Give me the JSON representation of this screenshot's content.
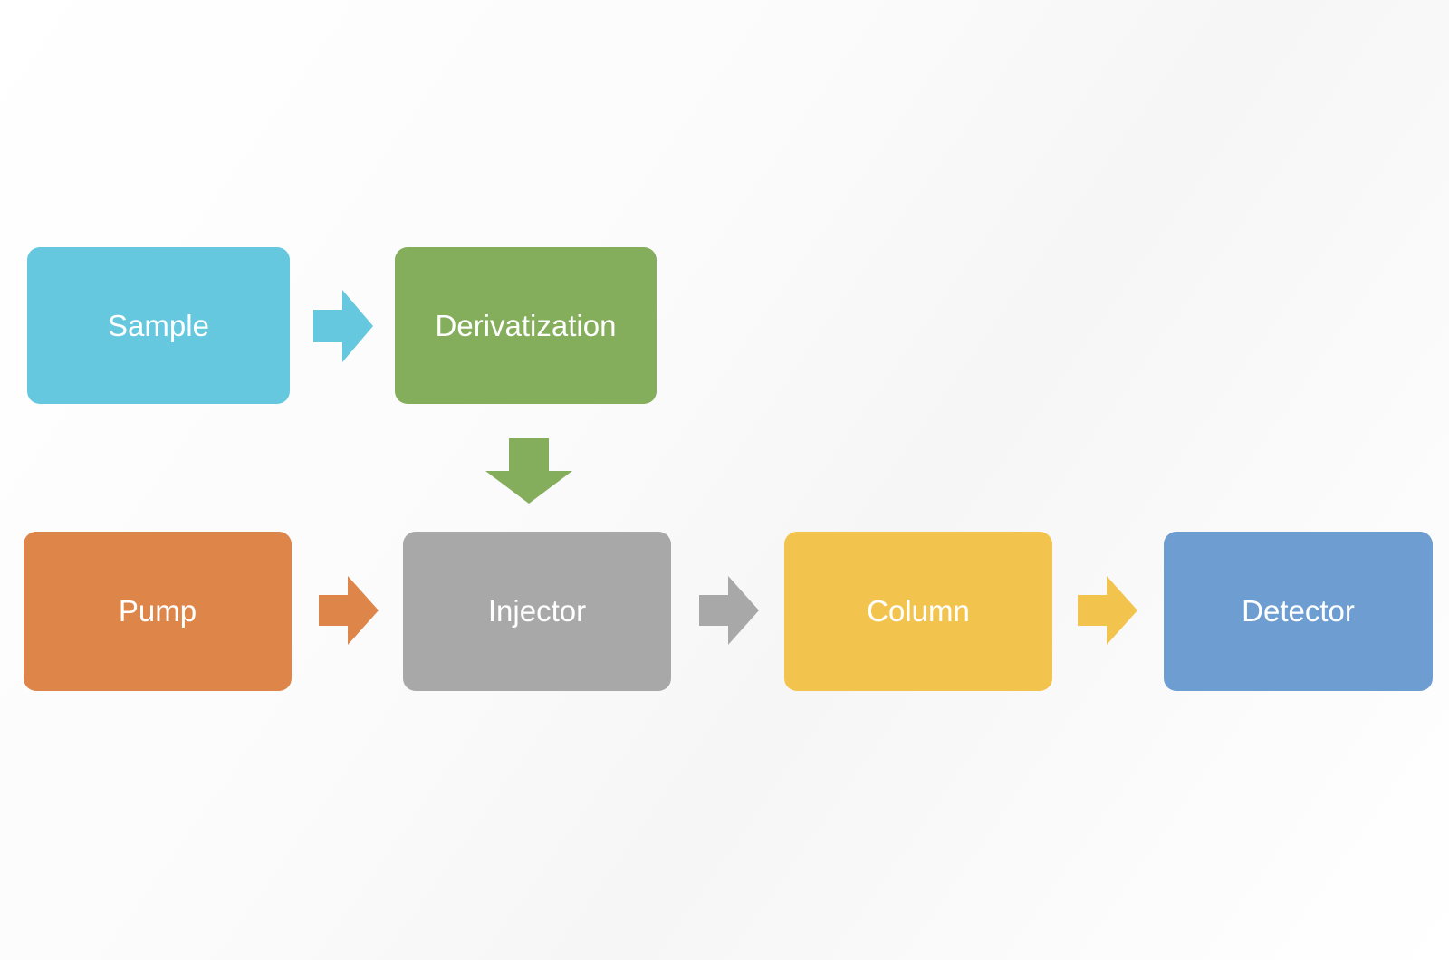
{
  "nodes": {
    "sample": {
      "label": "Sample",
      "color": "#66C8DE"
    },
    "derivatization": {
      "label": "Derivatization",
      "color": "#84AD5C"
    },
    "pump": {
      "label": "Pump",
      "color": "#DE854A"
    },
    "injector": {
      "label": "Injector",
      "color": "#A8A8A8"
    },
    "column": {
      "label": "Column",
      "color": "#F3C44D"
    },
    "detector": {
      "label": "Detector",
      "color": "#6E9ED1"
    }
  },
  "edges": [
    {
      "from": "Sample",
      "to": "Derivatization",
      "direction": "right",
      "color": "#66C8DE"
    },
    {
      "from": "Derivatization",
      "to": "Injector",
      "direction": "down",
      "color": "#84AD5C"
    },
    {
      "from": "Pump",
      "to": "Injector",
      "direction": "right",
      "color": "#DE854A"
    },
    {
      "from": "Injector",
      "to": "Column",
      "direction": "right",
      "color": "#A8A8A8"
    },
    {
      "from": "Column",
      "to": "Detector",
      "direction": "right",
      "color": "#F3C44D"
    }
  ]
}
